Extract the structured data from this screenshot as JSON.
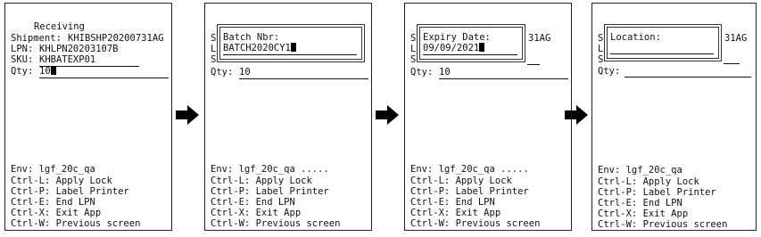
{
  "screens": [
    {
      "title": "Receiving",
      "shipment_label": "Shipment:",
      "shipment_value": "KHIBSHP20200731AG",
      "lpn_label": "LPN:",
      "lpn_value": "KHLPN20203107B",
      "sku_label": "SKU:",
      "sku_value": "KHBATEXP01",
      "qty_label": "Qty:",
      "qty_value": "10",
      "env": "Env: lgf_20c_qa",
      "keys": [
        "Ctrl-L: Apply Lock",
        "Ctrl-P: Label Printer",
        "Ctrl-E: End LPN",
        "Ctrl-X: Exit App",
        "Ctrl-W: Previous screen"
      ]
    },
    {
      "side_letters": [
        "S",
        "L",
        "S"
      ],
      "popup_label": "Batch Nbr:",
      "popup_value": "BATCH2020CY1",
      "qty_label": "Qty:",
      "qty_value": "10",
      "env": "Env: lgf_20c_qa .....",
      "keys": [
        "Ctrl-L: Apply Lock",
        "Ctrl-P: Label Printer",
        "Ctrl-E: End LPN",
        "Ctrl-X: Exit App",
        "Ctrl-W: Previous screen"
      ]
    },
    {
      "side_letters": [
        "S",
        "L",
        "S"
      ],
      "popup_label": "Expiry Date:",
      "popup_value": "09/09/2021",
      "right_fragment": "31AG",
      "qty_label": "Qty:",
      "qty_value": "10",
      "env": "Env: lgf_20c_qa .....",
      "keys": [
        "Ctrl-L: Apply Lock",
        "Ctrl-P: Label Printer",
        "Ctrl-E: End LPN",
        "Ctrl-X: Exit App",
        "Ctrl-W: Previous screen"
      ]
    },
    {
      "side_letters": [
        "S",
        "L",
        "S"
      ],
      "popup_label": "Location:",
      "popup_value": "",
      "right_fragment": "31AG",
      "qty_label": "Qty:",
      "qty_value": "",
      "env": "Env: lgf_20c_qa",
      "keys": [
        "Ctrl-L: Apply Lock",
        "Ctrl-P: Label Printer",
        "Ctrl-E: End LPN",
        "Ctrl-X: Exit App",
        "Ctrl-W: Previous screen"
      ]
    }
  ],
  "arrow_icon": "right-arrow-icon",
  "colors": {
    "text": "#111111",
    "border": "#222222",
    "arrow": "#000000"
  }
}
